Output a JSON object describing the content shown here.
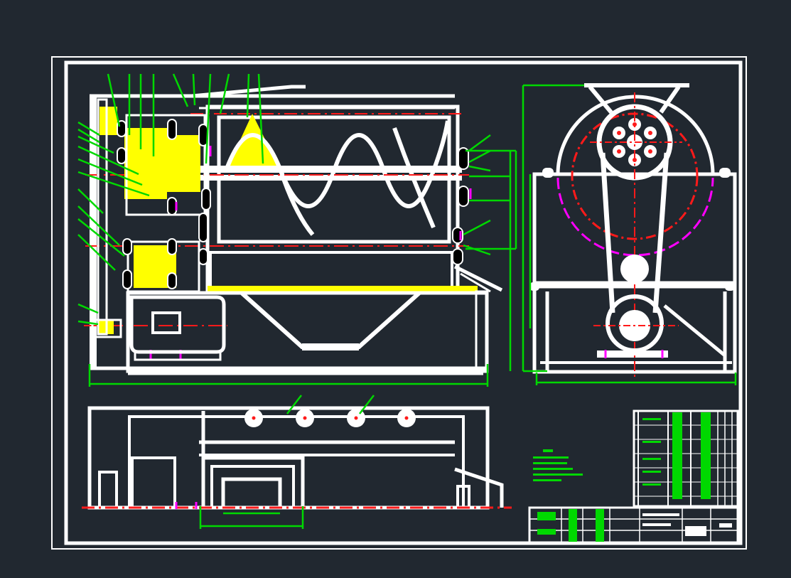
{
  "drawing": {
    "title": "",
    "views": [
      "front-view",
      "side-view",
      "top-view"
    ],
    "notes_block": {
      "lines": []
    },
    "title_block": {
      "cells": []
    },
    "parts_list": {
      "rows": []
    }
  },
  "colors": {
    "background": "#212830",
    "outline": "#ffffff",
    "dimension": "#00d800",
    "centerline": "#ff1a1a",
    "highlight": "#ffff00",
    "hidden": "#ff00ff",
    "bearing": "#000000"
  }
}
